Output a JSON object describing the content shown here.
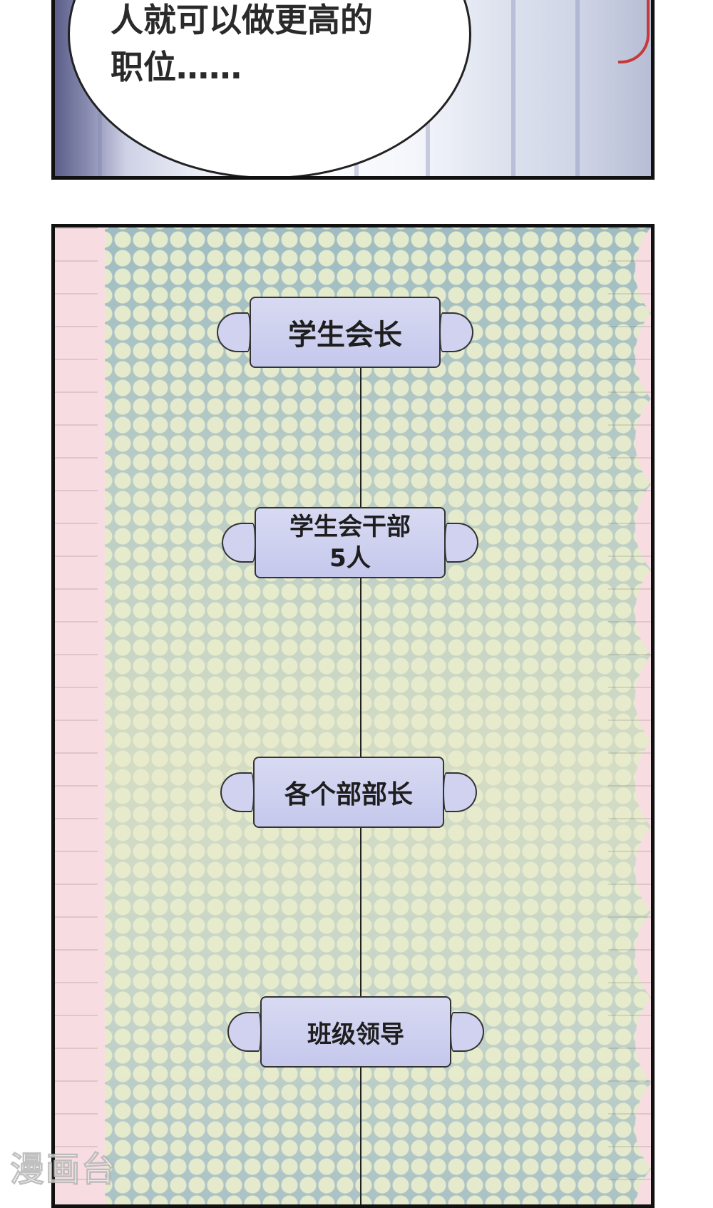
{
  "top_panel": {
    "speech_text": "人就可以做更高的\n职位……"
  },
  "org_chart": {
    "nodes": [
      {
        "label": "学生会长"
      },
      {
        "label": "学生会干部\n5人"
      },
      {
        "label": "各个部部长"
      },
      {
        "label": "班级领导"
      }
    ]
  },
  "watermark": {
    "text": "漫画台"
  },
  "colors": {
    "node_fill": "#c8cbed",
    "frill_pink": "#f7dde2",
    "dot_cream": "#e8eccd",
    "panel_border": "#111111"
  }
}
